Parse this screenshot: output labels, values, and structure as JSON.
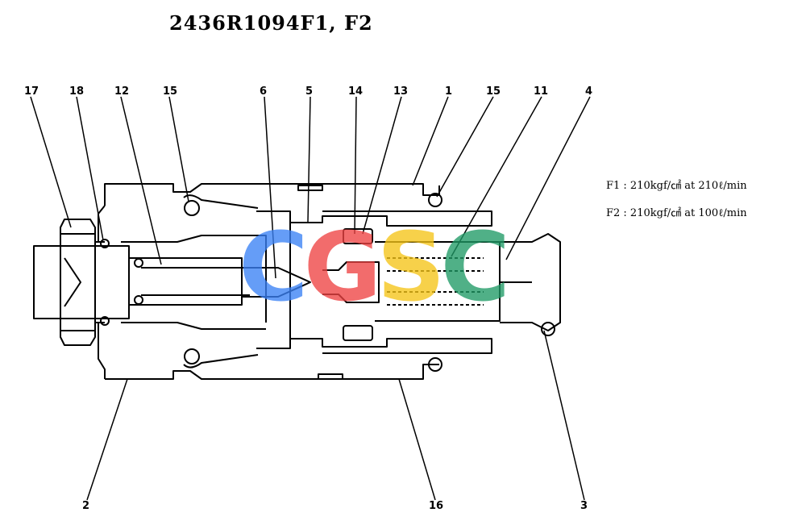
{
  "title": "2436R1094F1, F2",
  "spec": {
    "f1": "F1 : 210kgf/㎠ at 210ℓ/min",
    "f2": "F2 : 210kgf/㎠ at 100ℓ/min"
  },
  "callouts": [
    "17",
    "18",
    "12",
    "15",
    "6",
    "5",
    "14",
    "13",
    "1",
    "15",
    "11",
    "4",
    "2",
    "16",
    "3"
  ],
  "watermark": {
    "text": "CGSC",
    "colors": [
      "#3b82f6",
      "#ef4444",
      "#f5c518",
      "#1f9a66"
    ]
  },
  "line_color": "#000000"
}
